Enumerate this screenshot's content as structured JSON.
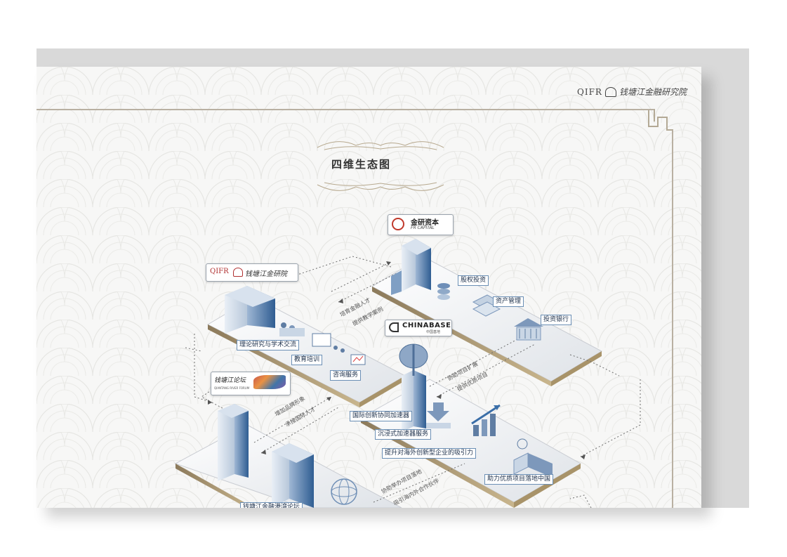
{
  "brand": {
    "latin": "QIFR",
    "chinese": "钱塘江金融研究院"
  },
  "title": "四维生态图",
  "nodes": {
    "jinyan": {
      "name": "金研资本",
      "sub": "FR CAPITAL"
    },
    "qifr": {
      "latin": "QIFR",
      "chinese": "钱塘江金研院"
    },
    "chinabase": {
      "name": "CHINABASE",
      "sub": "中国基地"
    },
    "forum": {
      "chinese": "钱塘江论坛",
      "sub": "QIANTANG RIVER FORUM"
    }
  },
  "labels": {
    "equity": "股权投资",
    "asset": "资产管理",
    "ib": "投资银行",
    "theory": "理论研究与学术交流",
    "edu": "教育培训",
    "consult": "咨询服务",
    "accel": "国际创新协同加速器",
    "immersive": "沉浸式加速器服务",
    "attract": "提升对海外创新型企业的吸引力",
    "landing": "助力优质项目落地中国",
    "forum_label": "钱塘江金融港湾论坛"
  },
  "notes": {
    "n1": "培育金融人才",
    "n2": "提供教学案例",
    "n3": "协助项目扩展",
    "n4": "提供优质项目",
    "n5": "增加品牌形象",
    "n6": "承接国际人才",
    "n7": "协助举办项目落地",
    "n8": "吸引海内外合作伙伴"
  }
}
